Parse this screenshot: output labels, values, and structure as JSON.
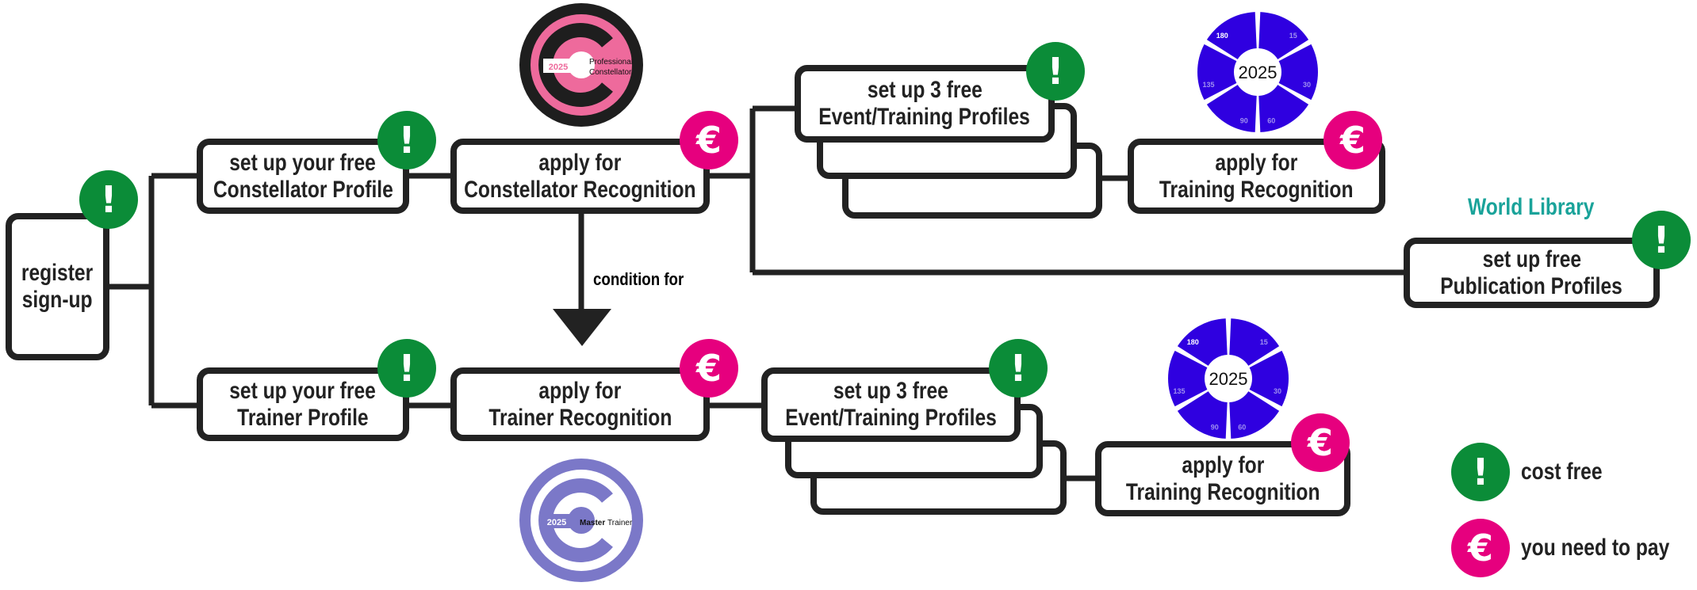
{
  "colors": {
    "free": "#0b8c38",
    "pay": "#e6007e",
    "line": "#222222",
    "world_library": "#1aa39a",
    "wheel": "#2f00e0",
    "constellator_badge": "#ee6a9c",
    "trainer_badge": "#7b78c8"
  },
  "icons": {
    "free": "exclamation-icon",
    "pay": "euro-icon"
  },
  "free_symbol": "!",
  "pay_symbol": "€",
  "register": {
    "line1": "register",
    "line2": "sign-up"
  },
  "top": {
    "profile": {
      "line1": "set up your free",
      "line2": "Constellator Profile"
    },
    "apply": {
      "line1": "apply for",
      "line2": "Constellator Recognition"
    },
    "events": {
      "line1": "set up 3 free",
      "line2": "Event/Training Profiles"
    },
    "training": {
      "line1": "apply for",
      "line2": "Training Recognition"
    },
    "world_library": "World Library",
    "publication": {
      "line1": "set up free",
      "line2": "Publication Profiles"
    }
  },
  "condition_label": "condition for",
  "bottom": {
    "profile": {
      "line1": "set up your free",
      "line2": "Trainer Profile"
    },
    "apply": {
      "line1": "apply for",
      "line2": "Trainer Recognition"
    },
    "events": {
      "line1": "set up 3 free",
      "line2": "Event/Training Profiles"
    },
    "training": {
      "line1": "apply for",
      "line2": "Training Recognition"
    }
  },
  "constellator_badge": {
    "year": "2025",
    "line1": "Professional",
    "line2": "Constellator"
  },
  "trainer_badge": {
    "year": "2025",
    "word1": "Master",
    "word2": "Trainer"
  },
  "wheel": {
    "year": "2025",
    "segments": [
      "15",
      "30",
      "60",
      "90",
      "135",
      "180"
    ]
  },
  "legend": {
    "free": "cost free",
    "pay": "you need to pay"
  }
}
